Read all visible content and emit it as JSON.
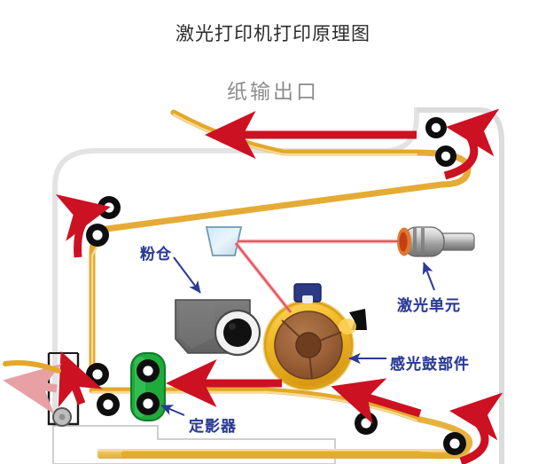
{
  "diagram": {
    "title": "激光打印机打印原理图",
    "paper_exit_label": "纸输出口",
    "labels": {
      "toner_hopper": "粉仓",
      "laser_unit": "激光单元",
      "drum_unit": "感光鼓部件",
      "fuser": "定影器"
    },
    "colors": {
      "title_text": "#2b2b2b",
      "paper_exit_text": "#8d8d8d",
      "label_text": "#2b3a93",
      "paper_path": "#e3a82a",
      "motion_arrow": "#cc1122",
      "laser_beam": "#d6202a",
      "drum_outer": "#f0b825",
      "drum_inner": "#9a5f36",
      "toner_hopper": "#6e6e6e",
      "fuser_roller": "#1faa3c",
      "printer_body": "#e6e6e6",
      "mirror": "#bfe3f5",
      "charge_unit": "#2a3a85"
    },
    "components": [
      {
        "name": "paper-exit-rollers",
        "count": 2
      },
      {
        "name": "top-left-rollers",
        "count": 2
      },
      {
        "name": "transfer-rollers",
        "count": 2
      },
      {
        "name": "fuser-rollers",
        "count": 2
      },
      {
        "name": "bottom-right-rollers",
        "count": 2
      },
      {
        "name": "pickup-roller",
        "count": 1
      }
    ]
  }
}
